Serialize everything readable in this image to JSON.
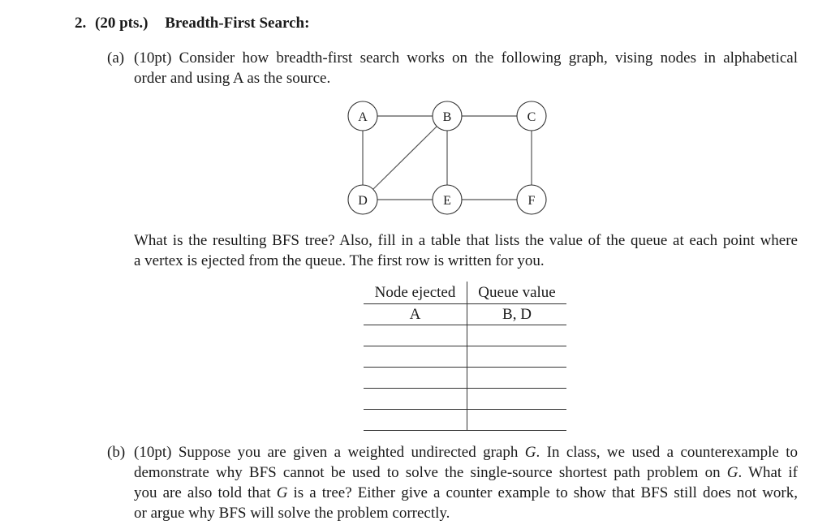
{
  "question": {
    "number": "2.",
    "points": "(20 pts.)",
    "title": "Breadth-First Search:"
  },
  "part_a": {
    "label": "(a)",
    "line1": "(10pt) Consider how breadth-first search works on the following graph, vising nodes in alphabetical",
    "line2": "order and using A as the source.",
    "graph": {
      "nodes": [
        "A",
        "B",
        "C",
        "D",
        "E",
        "F"
      ],
      "edges": [
        [
          "A",
          "B"
        ],
        [
          "B",
          "C"
        ],
        [
          "A",
          "D"
        ],
        [
          "B",
          "D"
        ],
        [
          "B",
          "E"
        ],
        [
          "C",
          "F"
        ],
        [
          "D",
          "E"
        ],
        [
          "E",
          "F"
        ]
      ]
    },
    "question_line1": "What is the resulting BFS tree? Also, fill in a table that lists the value of the queue at each point where",
    "question_line2": "a vertex is ejected from the queue. The first row is written for you.",
    "table": {
      "headers": [
        "Node ejected",
        "Queue value"
      ],
      "rows": [
        [
          "A",
          "B, D"
        ],
        [
          "",
          ""
        ],
        [
          "",
          ""
        ],
        [
          "",
          ""
        ],
        [
          "",
          ""
        ],
        [
          "",
          ""
        ]
      ]
    }
  },
  "part_b": {
    "label": "(b)",
    "line1_pre": "(10pt) Suppose you are given a weighted undirected graph ",
    "line1_g": "G",
    "line1_post": ". In class, we used a counterexample to",
    "line2_pre": "demonstrate why BFS cannot be used to solve the single-source shortest path problem on ",
    "line2_g": "G",
    "line2_post": ". What if",
    "line3_pre": "you are also told that ",
    "line3_g": "G",
    "line3_post": " is a tree? Either give a counter example to show that BFS still does not work,",
    "line4": "or argue why BFS will solve the problem correctly."
  }
}
